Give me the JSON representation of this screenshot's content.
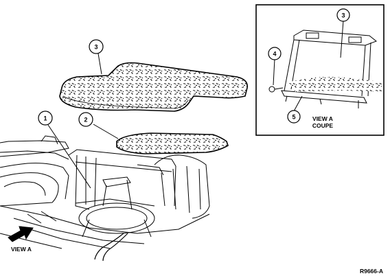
{
  "callouts": {
    "c1": "1",
    "c2": "2",
    "c3": "3",
    "inset_c3": "3",
    "inset_c4": "4",
    "inset_c5": "5"
  },
  "labels": {
    "view_a_arrow": "VIEW A",
    "inset_title_line1": "VIEW A",
    "inset_title_line2": "COUPE",
    "figure_ref": "R9666-A"
  }
}
